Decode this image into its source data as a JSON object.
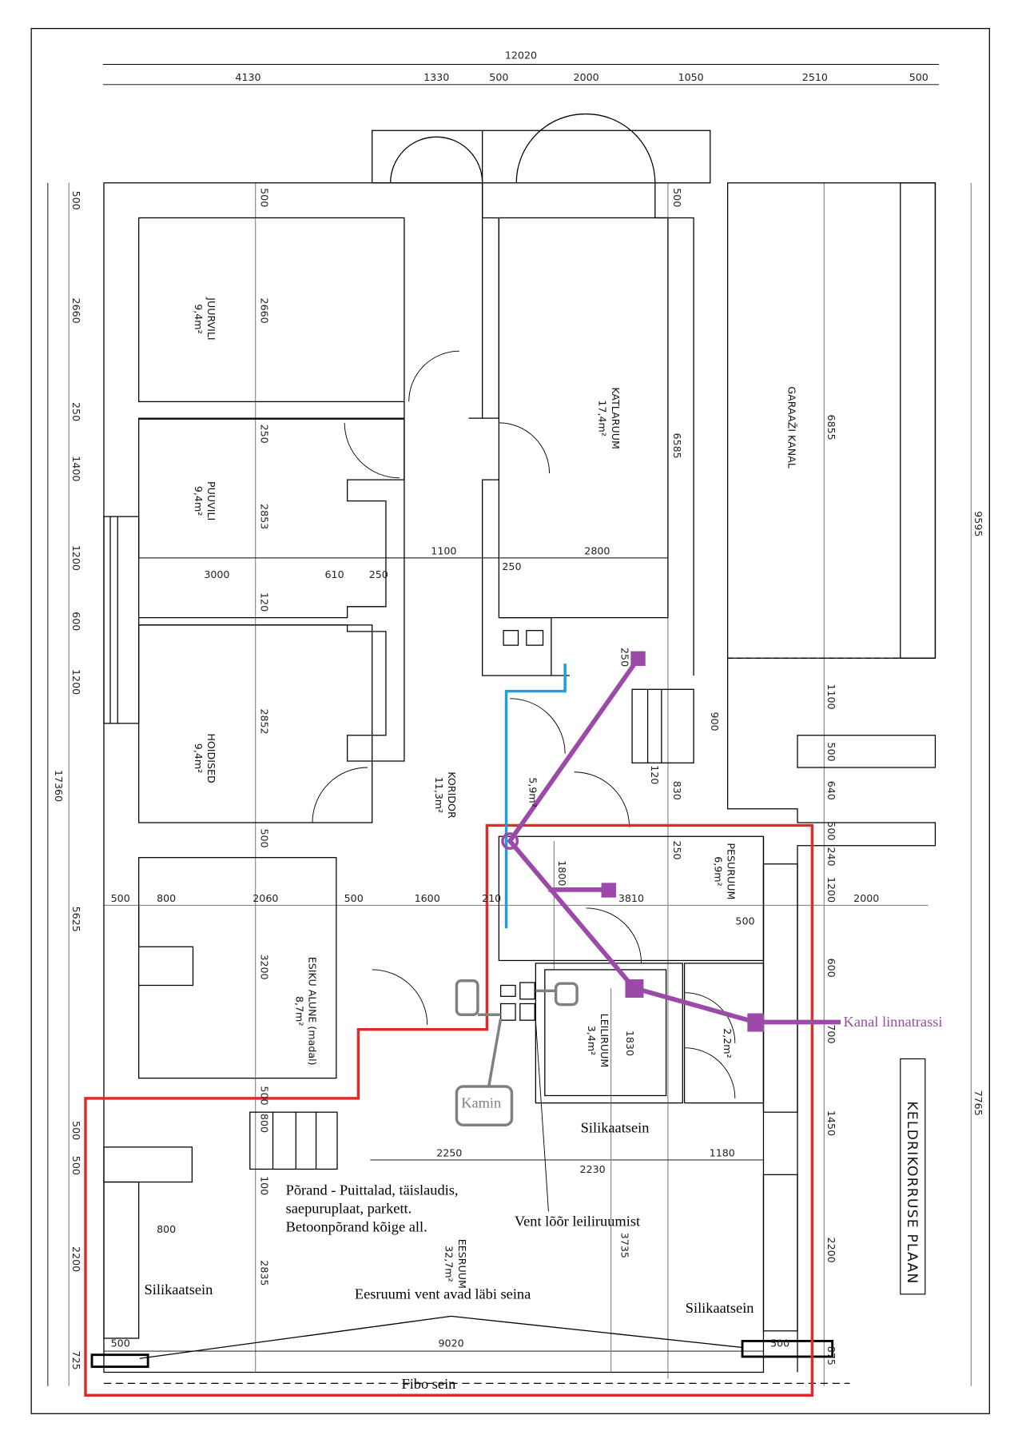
{
  "title": "KELDRIKORRUSE PLAAN",
  "colors": {
    "red_boundary": "#e02a2a",
    "blue_pipe": "#1aa0e0",
    "purple_sewer": "#9b4aa8",
    "gray_vent": "#808080"
  },
  "rooms": [
    {
      "name": "JUURVILI",
      "area": "9,4m²"
    },
    {
      "name": "PUUVILI",
      "area": "9,4m²"
    },
    {
      "name": "HOIDISED",
      "area": "9,4m²"
    },
    {
      "name": "ESIKU ALUNE (madal)",
      "area": "8,7m²"
    },
    {
      "name": "KATLARUUM",
      "area": "17,4m²"
    },
    {
      "name": "GARAAŽI KANAL",
      "area": ""
    },
    {
      "name": "KORIDOR",
      "area": "11,3m²"
    },
    {
      "name": "PESURUUM",
      "area": "6,9m²"
    },
    {
      "name": "LEILIRUUM",
      "area": "3,4m²"
    },
    {
      "name": "EESRUUM",
      "area": "32,7m²"
    },
    {
      "name": "",
      "area": "2,2m²"
    },
    {
      "name": "",
      "area": "5,9m²"
    }
  ],
  "notes": {
    "kanal": "Kanal linnatrassi",
    "silikaat1": "Silikaatsein",
    "silikaat2": "Silikaatsein",
    "silikaat3": "Silikaatsein",
    "porand1": "Põrand - Puittalad, täislaudis,",
    "porand2": "saepuruplaat, parkett.",
    "porand3": "Betoonpõrand kõige all.",
    "vent_loor": "Vent lõõr leiliruumist",
    "eesruumi_vent": "Eesruumi vent avad läbi seina",
    "fibo": "Fibo sein",
    "kamin": "Kamin"
  },
  "dimensions": {
    "top_total": "12020",
    "top": [
      "4130",
      "1330",
      "500",
      "2000",
      "1050",
      "2510",
      "500"
    ],
    "left_total": "17360",
    "left": [
      "500",
      "2660",
      "250",
      "1400",
      "1200",
      "600",
      "1200",
      "5625",
      "500",
      "500",
      "2200",
      "725"
    ],
    "right_outer": [
      "9595",
      "7765"
    ],
    "right": [
      "6855",
      "1100",
      "500",
      "640",
      "500",
      "240",
      "1200",
      "600",
      "700",
      "1450",
      "2200",
      "875"
    ],
    "inner": [
      "500",
      "2660",
      "250",
      "2853",
      "120",
      "2852",
      "500",
      "3200",
      "500",
      "800",
      "100",
      "2835",
      "3000",
      "610",
      "250",
      "1100",
      "2800",
      "250",
      "500",
      "800",
      "2060",
      "500",
      "1600",
      "210",
      "3810",
      "500",
      "2000",
      "6585",
      "500",
      "900",
      "120",
      "830",
      "250",
      "1800",
      "250",
      "1830",
      "2250",
      "1180",
      "2230",
      "3735",
      "800",
      "500",
      "9020",
      "500"
    ]
  }
}
